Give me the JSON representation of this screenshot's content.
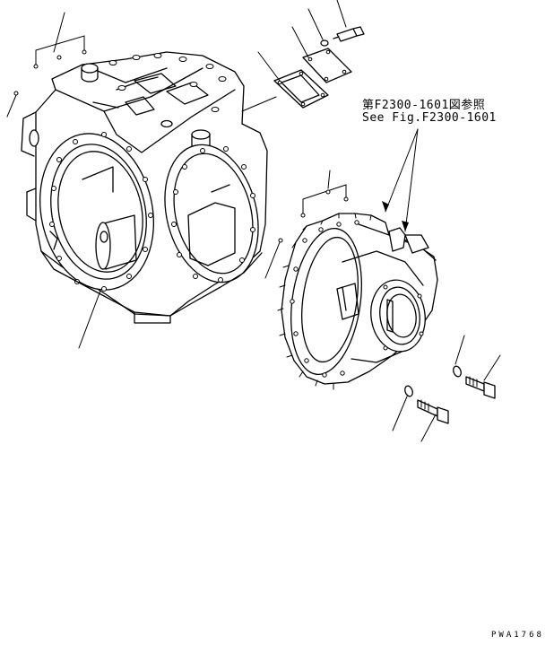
{
  "reference": {
    "japanese": "第F2300-1601図参照",
    "english": "See Fig.F2300-1601"
  },
  "drawing_code": "PWA1768"
}
